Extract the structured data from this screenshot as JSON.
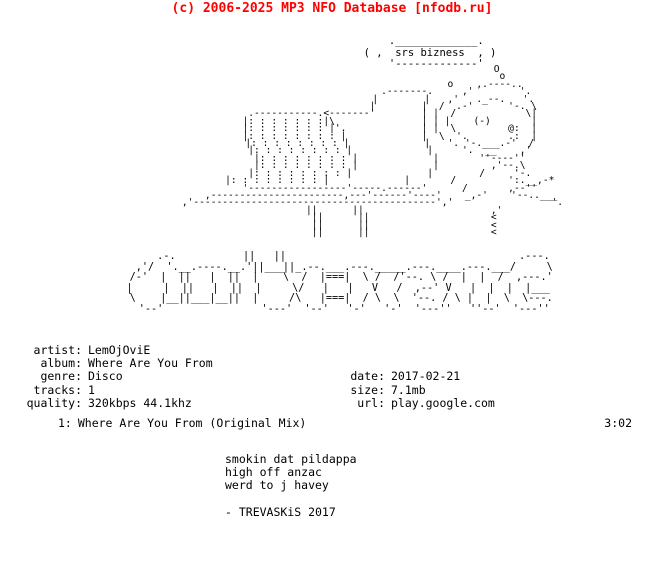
{
  "header": {
    "copyright": "(c) 2006-2025 MP3 NFO Database [nfodb.ru]",
    "accent_color": "#ff0000"
  },
  "art": {
    "bubble_text": "srs bizness",
    "bubble": "                                 ._____________.\n                               ( ,  srs bizness  , )\n                                 '-------------'",
    "scene": "                                                         O\n                                                           o\n                                                     o    ,.----..\n                                           .-------.     ,'        '.\n                                          |        |   ,'   ._--.   '.\n                                          |        |  /  .-'      '-. \\\n                     .-----------.<-------'        | |  /            \\|\n                    |: : : : : : :|\\               | | |    (-)       |\n                    |: : : : : : : |'.             | |  \\         @:  |\n                    |: : : : : : : : |             |  \\  '.       .:  |\n                    |: : : : : : : : |             |   '. '-.___.-'  /\n                    |: : : : : : : : |             |     '.  __    ,'\n                    |: : : : : : : : |             |       ''----''\n                    |: : : : : : : : |             |         ,'--.\\\n                    |: : : : : : : : |             |        /     '-.\n                    |: : : : : : : : |             |       /         ':.__,-*\n                    '-----------------'-----.------'      /       ,--''\n                 ,-----------------------,---'------'----'    _,-'    '--..___\n              ,'------------------------------------------','                 '.\n                         ||      ||                      ,'\n                         ||      ||                     <\n                         ||      ||                     <\n                         ||      ||                     <",
    "logo_text": "TREVASKiS",
    "logo": "       .-.           ||   ||                                      .---.\n    ,'/  '.__.----.__.'||___||_.--.___.---._____.---.____.---.___/     \\\n   /-'  |  ||   |  ||  |    \\  /  |===|  \\ /  /'--. \\ /  |  |  /  ,---.'\n  |     |  ||   |  ||  |     \\/   |   |   V   /  ,--' V   |  |  |  |___\n   \\    |__||___|__||  |     /\\   |===|  / \\  \\  '--. / \\ |  |  \\  \\---.\n    '--'                '---'  '--'   '-'   '-'  '---''   ''--'  '---''"
  },
  "metadata": {
    "left": [
      {
        "label": "artist:",
        "value": "LemOjOviE"
      },
      {
        "label": "album:",
        "value": "Where Are You From"
      },
      {
        "label": "genre:",
        "value": "Disco"
      },
      {
        "label": "tracks:",
        "value": "1"
      },
      {
        "label": "quality:",
        "value": "320kbps 44.1khz"
      }
    ],
    "right": [
      {
        "label": "date:",
        "value": "2017-02-21"
      },
      {
        "label": "size:",
        "value": "7.1mb"
      },
      {
        "label": "url:",
        "value": "play.google.com"
      }
    ]
  },
  "tracks": [
    {
      "number": "1:",
      "title": "Where Are You From (Original Mix)",
      "duration": "3:02"
    }
  ],
  "notes": {
    "lines": [
      "smokin dat pildappa",
      "high off anzac",
      "werd to j havey"
    ],
    "signature": "- TREVASKiS 2017"
  }
}
